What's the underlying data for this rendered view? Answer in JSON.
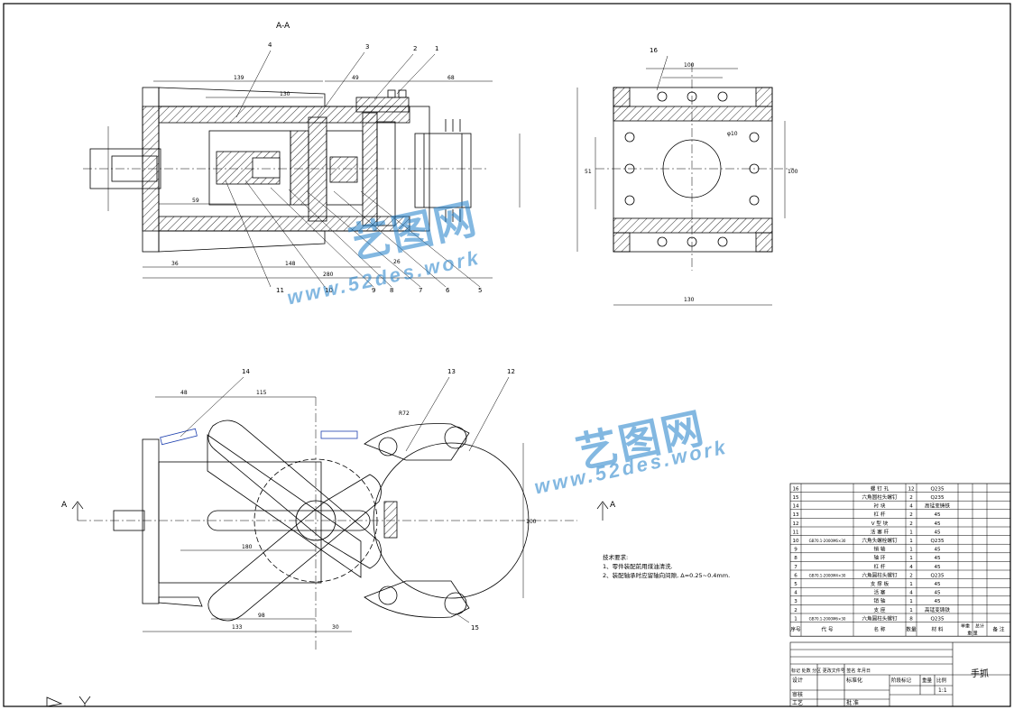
{
  "section_label": "A-A",
  "view_arrow_label": "A",
  "part_callouts": [
    "1",
    "2",
    "3",
    "4",
    "5",
    "6",
    "7",
    "8",
    "9",
    "10",
    "11",
    "12",
    "13",
    "14",
    "15",
    "16"
  ],
  "dims_section": [
    "139",
    "130",
    "49",
    "68",
    "59",
    "36",
    "148",
    "280",
    "26"
  ],
  "dims_side": [
    "100",
    "130",
    "100",
    "51",
    "φ10"
  ],
  "dims_plan": [
    "48",
    "115",
    "180",
    "98",
    "133",
    "30",
    "R72",
    "100"
  ],
  "tech_req": {
    "title": "技术要求:",
    "lines": [
      "1、零件装配前用煤油清洗.",
      "2、装配轴承时应留轴向间隙, Δ=0.25~0.4mm."
    ]
  },
  "bom": [
    {
      "no": "16",
      "code": "",
      "name": "螺 钉 孔",
      "qty": "12",
      "mat": "Q235"
    },
    {
      "no": "15",
      "code": "",
      "name": "六角圆柱头螺钉",
      "qty": "2",
      "mat": "Q235"
    },
    {
      "no": "14",
      "code": "",
      "name": "衬  块",
      "qty": "4",
      "mat": "高锰变铸铁"
    },
    {
      "no": "13",
      "code": "",
      "name": "杠  杆",
      "qty": "2",
      "mat": "45"
    },
    {
      "no": "12",
      "code": "",
      "name": "V 型 块",
      "qty": "2",
      "mat": "45"
    },
    {
      "no": "11",
      "code": "",
      "name": "活 塞 杆",
      "qty": "1",
      "mat": "45"
    },
    {
      "no": "10",
      "code": "GB70.1-2000M6×30",
      "name": "六角头螺栓螺钉",
      "qty": "1",
      "mat": "Q235"
    },
    {
      "no": "9",
      "code": "",
      "name": "销  轴",
      "qty": "1",
      "mat": "45"
    },
    {
      "no": "8",
      "code": "",
      "name": "轴  环",
      "qty": "1",
      "mat": "45"
    },
    {
      "no": "7",
      "code": "",
      "name": "杠  杆",
      "qty": "4",
      "mat": "45"
    },
    {
      "no": "6",
      "code": "GB70.1-2000M4×30",
      "name": "六角圆柱头螺钉",
      "qty": "2",
      "mat": "Q235"
    },
    {
      "no": "5",
      "code": "",
      "name": "支 撑 板",
      "qty": "1",
      "mat": "45"
    },
    {
      "no": "4",
      "code": "",
      "name": "活  塞",
      "qty": "4",
      "mat": "45"
    },
    {
      "no": "3",
      "code": "",
      "name": "销  轴",
      "qty": "1",
      "mat": "45"
    },
    {
      "no": "2",
      "code": "",
      "name": "支  座",
      "qty": "1",
      "mat": "高锰变铸铁"
    },
    {
      "no": "1",
      "code": "GB70.1-2000M6×30",
      "name": "六角圆柱头螺钉",
      "qty": "8",
      "mat": "Q235"
    }
  ],
  "bom_header": {
    "no": "序号",
    "code": "代  号",
    "name": "名  称",
    "qty": "数量",
    "mat": "材  料",
    "unit_w": "单重",
    "total_w": "总计",
    "weight": "重  量",
    "remark": "备 注"
  },
  "title_block": {
    "title": "手抓",
    "rev_row": "标记 处数 分区 更改文件号 签名 年月日",
    "design": "设计",
    "std": "标准化",
    "stage": "阶段标记",
    "weight": "重量",
    "scale_label": "比例",
    "scale": "1:1",
    "check": "审核",
    "process": "工艺",
    "approve": "批 准"
  },
  "watermark": {
    "brand": "艺图网",
    "url": "www.52des.work"
  }
}
